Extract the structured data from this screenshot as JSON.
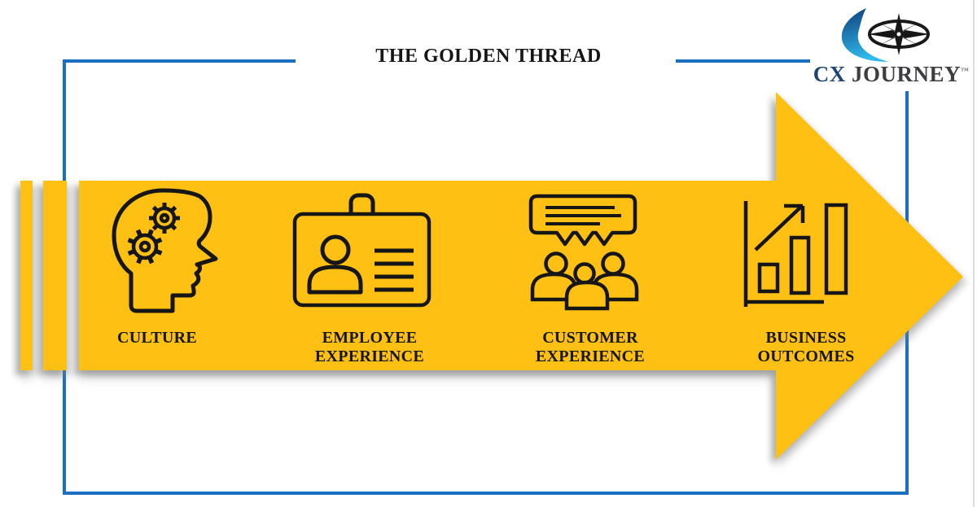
{
  "title": "THE GOLDEN THREAD",
  "logo": {
    "brand_primary": "CX",
    "brand_secondary": "JOURNEY",
    "trademark": "™",
    "icon": "compass-icon"
  },
  "arrow": {
    "direction": "right",
    "stages": [
      {
        "id": "culture",
        "icon": "head-with-gears-icon",
        "lines": [
          "CULTURE"
        ]
      },
      {
        "id": "employee-experience",
        "icon": "id-badge-icon",
        "lines": [
          "EMPLOYEE",
          "EXPERIENCE"
        ]
      },
      {
        "id": "customer-experience",
        "icon": "conversation-people-icon",
        "lines": [
          "CUSTOMER",
          "EXPERIENCE"
        ]
      },
      {
        "id": "business-outcomes",
        "icon": "growth-chart-icon",
        "lines": [
          "BUSINESS",
          "OUTCOMES"
        ]
      }
    ]
  },
  "colors": {
    "arrow_yellow": "#FDC013",
    "frame_blue": "#1A6FC2",
    "icon_ink": "#161616",
    "logo_navy": "#1E4377",
    "logo_charcoal": "#3E3E42",
    "swoosh_dark": "#0D3D7A",
    "swoosh_light": "#2FB9EC"
  }
}
